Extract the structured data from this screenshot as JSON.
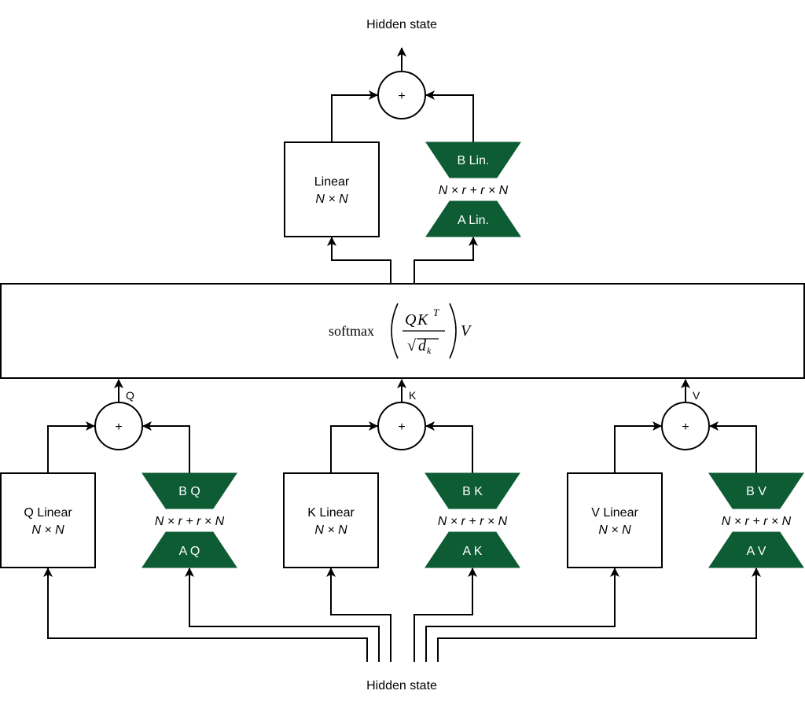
{
  "title_top": "Hidden state",
  "title_bottom": "Hidden state",
  "attention": {
    "func": "softmax",
    "numerator_Q": "Q",
    "numerator_K": "K",
    "numerator_sup": "T",
    "denominator_d": "d",
    "denominator_sub": "k",
    "trailing": "V",
    "sqrt_symbol": "√"
  },
  "plus_symbol": "+",
  "output_block": {
    "linear_label": "Linear",
    "linear_dims": "N × N",
    "b_label": "B Lin.",
    "a_label": "A Lin.",
    "lora_dims": "N × r + r × N"
  },
  "branches": [
    {
      "output_label": "Q",
      "linear_label": "Q Linear",
      "linear_dims": "N × N",
      "b_label": "B Q",
      "a_label": "A Q",
      "lora_dims": "N × r + r × N"
    },
    {
      "output_label": "K",
      "linear_label": "K Linear",
      "linear_dims": "N × N",
      "b_label": "B K",
      "a_label": "A K",
      "lora_dims": "N × r + r × N"
    },
    {
      "output_label": "V",
      "linear_label": "V Linear",
      "linear_dims": "N × N",
      "b_label": "B V",
      "a_label": "A V",
      "lora_dims": "N × r + r × N"
    }
  ],
  "colors": {
    "lora_green": "#0d5c34",
    "stroke": "#000000"
  }
}
